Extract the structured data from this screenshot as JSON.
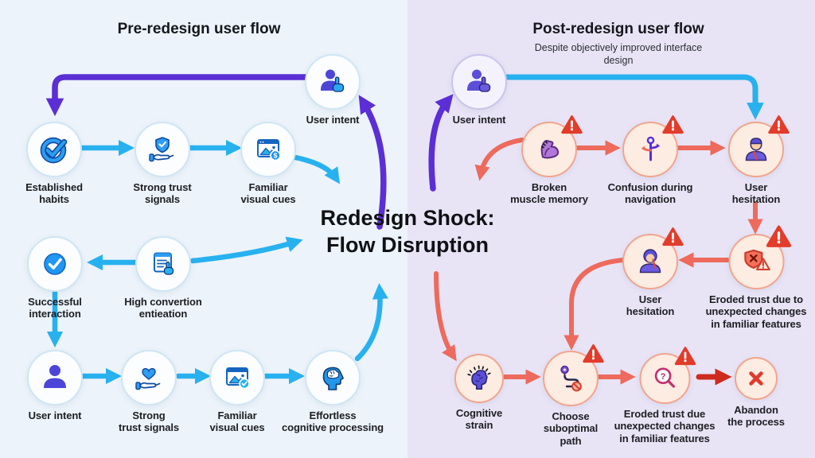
{
  "center_title": {
    "line1": "Redesign Shock:",
    "line2": "Flow Disruption"
  },
  "pre": {
    "heading": "Pre-redesign user flow",
    "nodes": {
      "user_intent_top": "User intent",
      "established_habits": "Established\nhabits",
      "strong_trust_signals_1": "Strong trust\nsignals",
      "familiar_visual_cues_1": "Familiar\nvisual cues",
      "successful_interaction": "Successful\ninteraction",
      "high_convertion": "High convertion\nentieation",
      "user_intent_bottom": "User intent",
      "strong_trust_signals_2": "Strong\ntrust signals",
      "familiar_visual_cues_2": "Familiar\nvisual cues",
      "effortless_cognitive_processing": "Effortless\ncognitive processing"
    }
  },
  "post": {
    "heading": "Post-redesign user flow",
    "subheading": "Despite objectively improved interface\ndesign",
    "nodes": {
      "user_intent": "User intent",
      "broken_muscle_memory": "Broken\nmuscle memory",
      "confusion_during_navigation": "Confusion during\nnavigation",
      "user_hesitation_1": "User\nhesitation",
      "user_hesitation_2": "User\nhesitation",
      "eroded_trust_1": "Eroded trust due to\nunexpected changes\nin familiar features",
      "cognitive_strain": "Cognitive\nstrain",
      "choose_suboptimal_path": "Choose\nsuboptimal\npath",
      "eroded_trust_2": "Eroded trust due\nunexpected changes\nin familiar features",
      "abandon_the_process": "Abandon\nthe process"
    }
  },
  "glyphs": {
    "dollar": "$",
    "question": "?"
  },
  "colors": {
    "left_background": "#ecf3fa",
    "right_background": "#e8e4f6",
    "flow_blue": "#28b1ef",
    "flow_purple": "#5b2ed6",
    "flow_salmon": "#ed6a5c",
    "flow_dark_red": "#cf2a1e",
    "warning_red": "#e23c2b",
    "icon_blue": "#2196f3",
    "icon_indigo": "#4c46d8",
    "icon_purple": "#6a5ce0"
  }
}
